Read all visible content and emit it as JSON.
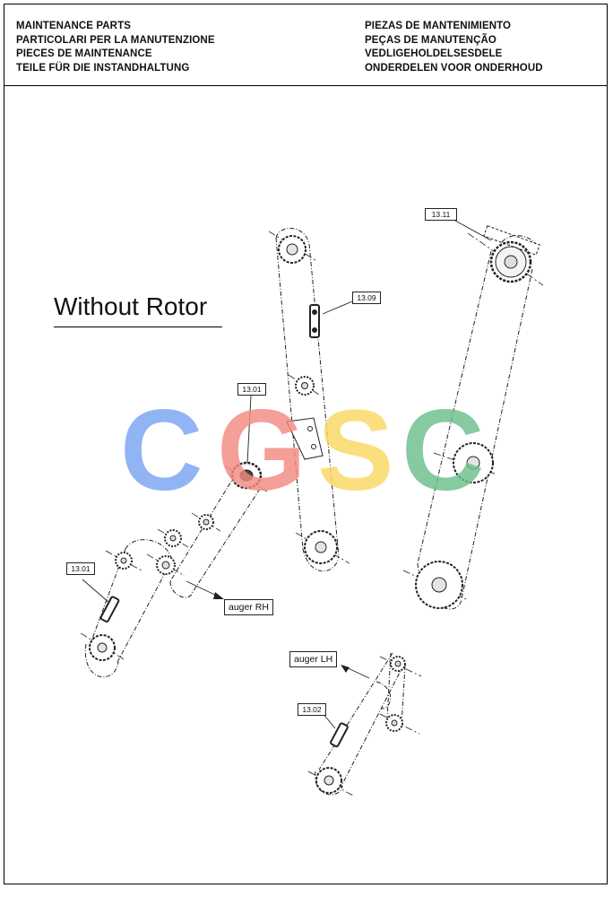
{
  "header": {
    "left_lines": [
      "MAINTENANCE PARTS",
      "PARTICOLARI PER LA MANUTENZIONE",
      "PIECES DE MAINTENANCE",
      "TEILE FÜR DIE INSTANDHALTUNG"
    ],
    "right_lines": [
      "PIEZAS DE MANTENIMIENTO",
      "PEÇAS DE MANUTENÇÃO",
      "VEDLIGEHOLDELSESDELE",
      "ONDERDELEN VOOR ONDERHOUD"
    ]
  },
  "diagram": {
    "title": "Without Rotor",
    "callouts": {
      "c1311": "13.11",
      "c1309": "13.09",
      "c1301_upper": "13.01",
      "c1301_lower": "13.01",
      "c1302": "13.02"
    },
    "labels": {
      "auger_rh": "auger RH",
      "auger_lh": "auger LH"
    }
  },
  "watermark": {
    "letters": [
      "C",
      "G",
      "S",
      "C"
    ],
    "colors": [
      "#7aa6f2",
      "#f28b82",
      "#fbd864",
      "#6bbf8c"
    ]
  }
}
